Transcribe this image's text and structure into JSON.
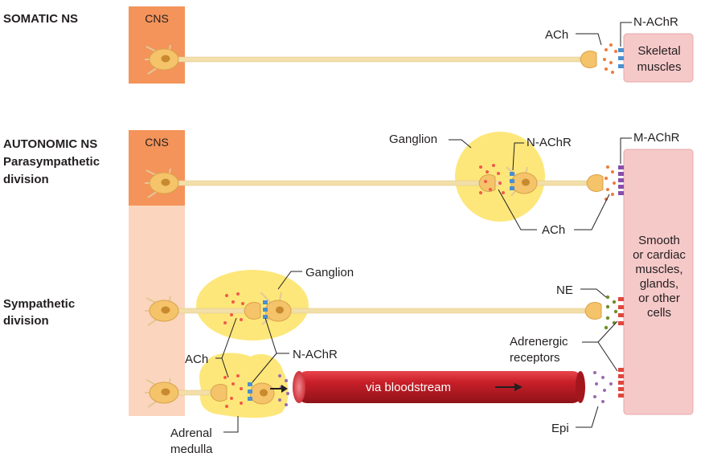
{
  "sections": {
    "somatic": "SOMATIC NS",
    "autonomic": "AUTONOMIC NS",
    "parasympathetic": [
      "Parasympathetic",
      "division"
    ],
    "sympathetic": [
      "Sympathetic",
      "division"
    ]
  },
  "cns_label": "CNS",
  "labels": {
    "ach": "ACh",
    "n_achr": "N-AChR",
    "m_achr": "M-AChR",
    "ganglion": "Ganglion",
    "ne": "NE",
    "epi": "Epi",
    "adrenergic": [
      "Adrenergic",
      "receptors"
    ],
    "adrenal": [
      "Adrenal",
      "medulla"
    ],
    "bloodstream": "via bloodstream"
  },
  "targets": {
    "skeletal": [
      "Skeletal",
      "muscles"
    ],
    "smooth": [
      "Smooth",
      "or cardiac",
      "muscles,",
      "glands,",
      "or other",
      "cells"
    ]
  },
  "colors": {
    "cns": "#f4945a",
    "cns_light": "#fbd5bd",
    "axon": "#f2dfa9",
    "neuron": "#f4c36a",
    "ganglion": "#fde77a",
    "muscle": "#f6c9c9",
    "ach_dot": "#f07a3a",
    "ne_dot": "#6f8f2a",
    "epi_dot": "#9a6bb0",
    "n_receptor": "#4a8fd0",
    "m_receptor": "#8a4ea8",
    "adrenergic_receptor": "#e0463c",
    "vessel": "#c8202a"
  }
}
